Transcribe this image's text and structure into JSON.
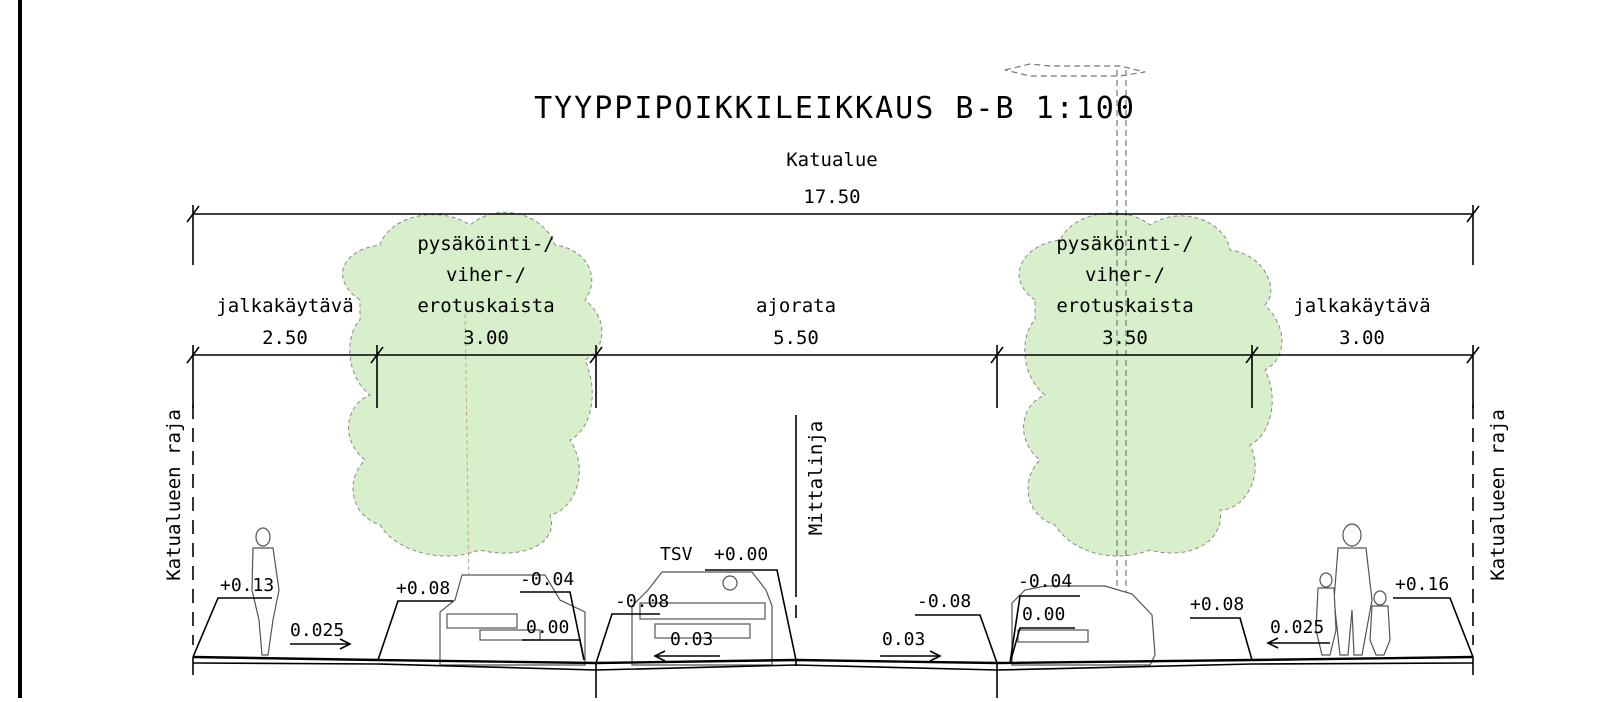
{
  "title": "TYYPPIPOIKKILEIKKAUS B-B 1:100",
  "street_area": {
    "label": "Katualue",
    "width": "17.50"
  },
  "sections": [
    {
      "name": "jalkakäytävä",
      "width": "2.50"
    },
    {
      "name_lines": [
        "pysäköinti-/",
        "viher-/",
        "erotuskaista"
      ],
      "width": "3.00"
    },
    {
      "name": "ajorata",
      "width": "5.50"
    },
    {
      "name_lines": [
        "pysäköinti-/",
        "viher-/",
        "erotuskaista"
      ],
      "width": "3.50"
    },
    {
      "name": "jalkakäytävä",
      "width": "3.00"
    }
  ],
  "boundary_label": "Katualueen raja",
  "measure_line_label": "Mittalinja",
  "tsv": {
    "label": "TSV",
    "value": "+0.00"
  },
  "levels": {
    "left_walk_top": "+0.13",
    "left_walk_slope": "0.025",
    "left_strip_top": "+0.08",
    "left_strip_edge": "-0.04",
    "left_strip_low": "0.00",
    "left_road_edge": "-0.08",
    "left_road_slope": "0.03",
    "right_road_slope": "0.03",
    "right_road_edge": "-0.08",
    "right_strip_edge": "-0.04",
    "right_strip_low": "0.00",
    "right_strip_top": "+0.08",
    "right_walk_slope": "0.025",
    "right_walk_top": "+0.16"
  },
  "colors": {
    "vegetation": "#d8efcb",
    "line": "#000000"
  }
}
